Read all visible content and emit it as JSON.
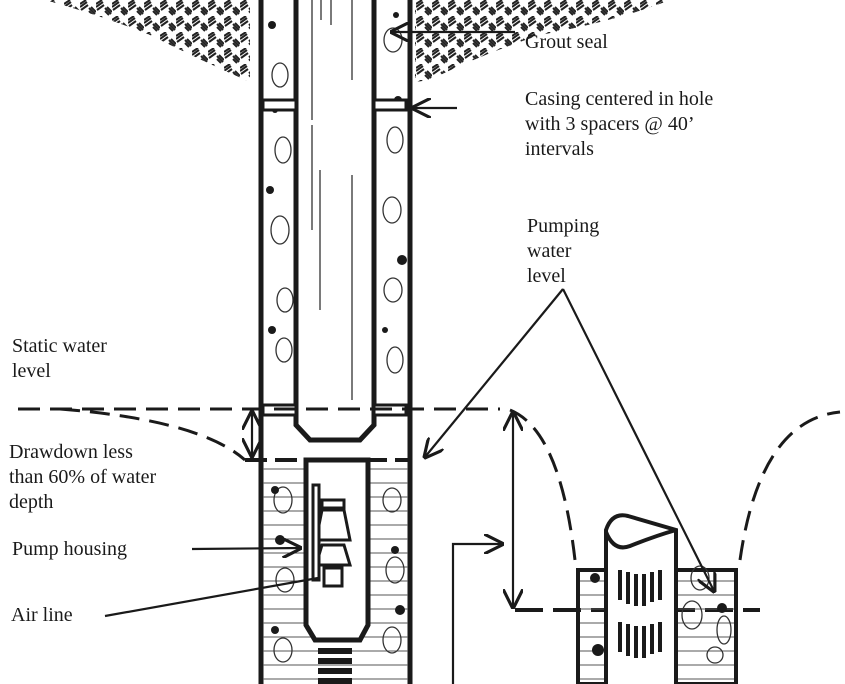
{
  "diagram": {
    "subject": "well-construction",
    "labels": {
      "grout_seal": "Grout seal",
      "casing_spacers": [
        "Casing centered in hole",
        "with 3 spacers @ 40’",
        "intervals"
      ],
      "pumping_water_level": [
        "Pumping",
        "water",
        "level"
      ],
      "static_water_level": [
        "Static water",
        "level"
      ],
      "drawdown": [
        "Drawdown less",
        "than 60% of water",
        "depth"
      ],
      "pump_housing": "Pump housing",
      "air_line": "Air line"
    },
    "colors": {
      "ink": "#1a1a1a",
      "paper": "#ffffff",
      "hatch": "#222222"
    }
  }
}
